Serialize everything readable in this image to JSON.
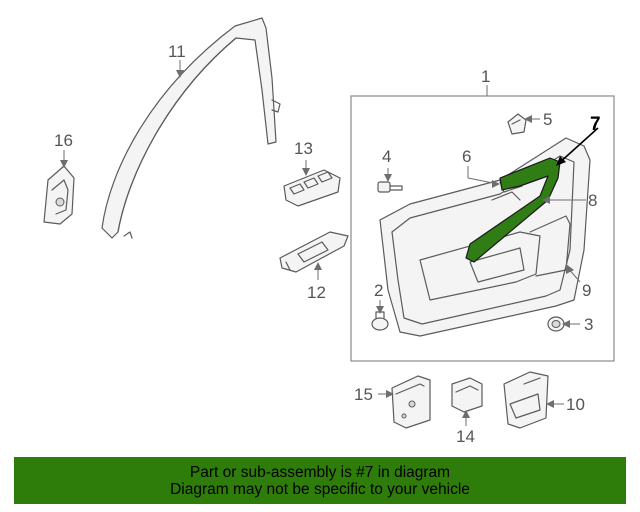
{
  "colors": {
    "highlight": "#2f7d14",
    "banner": "#2e7d0a",
    "line": "#5b5b5b",
    "frame": "#8a8a8a"
  },
  "callouts": {
    "c1": "1",
    "c2": "2",
    "c3": "3",
    "c4": "4",
    "c5": "5",
    "c6": "6",
    "c7": "7",
    "c8": "8",
    "c9": "9",
    "c10": "10",
    "c11": "11",
    "c12": "12",
    "c13": "13",
    "c14": "14",
    "c15": "15",
    "c16": "16"
  },
  "highlighted_part": "7",
  "banner": {
    "line1": "Part or sub-assembly is #7 in diagram",
    "line2": "Diagram may not be specific to your vehicle"
  }
}
